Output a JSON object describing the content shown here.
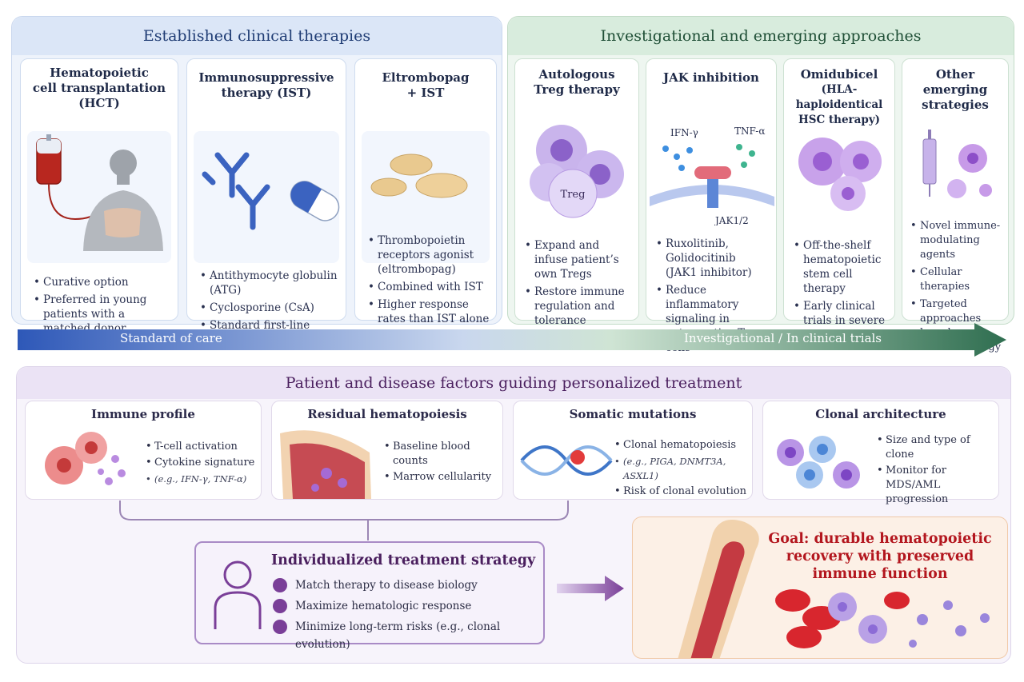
{
  "established": {
    "header": "Established clinical therapies",
    "cards": [
      {
        "title": [
          "Hematopoietic",
          "cell transplantation",
          "(HCT)"
        ],
        "bullets": [
          "Curative option",
          "Preferred in young patients with a matched donor"
        ]
      },
      {
        "title": [
          "Immunosuppressive",
          "therapy (IST)"
        ],
        "bullets": [
          "Antithymocyte globulin (ATG)",
          "Cyclosporine (CsA)",
          "Standard first-line therapy"
        ]
      },
      {
        "title": [
          "Eltrombopag",
          "+ IST"
        ],
        "bullets": [
          "Thrombopoietin receptors agonist (eltrombopag)",
          "Combined with IST",
          "Higher response rates than IST alone"
        ]
      }
    ]
  },
  "investigational": {
    "header": "Investigational and emerging approaches",
    "cards": [
      {
        "title": [
          "Autologous",
          "Treg therapy"
        ],
        "image_label": "Treg",
        "bullets": [
          "Expand and infuse patient’s own Tregs",
          "Restore immune regulation and tolerance"
        ]
      },
      {
        "title": [
          "JAK inhibition"
        ],
        "image_labels": {
          "ifn": "IFN-γ",
          "tnf": "TNF-α",
          "jak": "JAK1/2"
        },
        "bullets": [
          "Ruxolitinib, Golidocitinib (JAK1 inhibitor)",
          "Reduce inflammatory signaling in autoreactive T cells"
        ]
      },
      {
        "title": [
          "Omidubicel",
          "(HLA-haploidentical",
          "HSC therapy)"
        ],
        "bullets": [
          "Off-the-shelf hematopoietic stem cell therapy",
          "Early clinical trials in severe AA"
        ]
      },
      {
        "title": [
          "Other emerging",
          "strategies"
        ],
        "bullets": [
          "Novel immune-modulating agents",
          "Cellular therapies",
          "Targeted approaches based on disease biology"
        ]
      }
    ]
  },
  "timeline": {
    "left_label": "Standard of care",
    "right_label": "Investigational / In clinical trials"
  },
  "factors": {
    "header": "Patient and disease factors guiding personalized treatment",
    "items": [
      {
        "title": "Immune profile",
        "bullets": [
          "T-cell activation",
          "Cytokine signature"
        ],
        "example": "(e.g., IFN-γ, TNF-α)"
      },
      {
        "title": "Residual hematopoiesis",
        "bullets": [
          "Baseline blood counts",
          "Marrow cellularity"
        ]
      },
      {
        "title": "Somatic mutations",
        "bullets": [
          "Clonal hematopoiesis",
          "Risk of clonal evolution"
        ],
        "example": "(e.g., PIGA, DNMT3A, ASXL1)"
      },
      {
        "title": "Clonal architecture",
        "bullets": [
          "Size and type of clone",
          "Monitor for MDS/AML progression"
        ]
      }
    ]
  },
  "strategy": {
    "title": "Individualized treatment strategy",
    "items": [
      "Match therapy to disease biology",
      "Maximize hematologic response",
      "Minimize long-term risks (e.g., clonal evolution)"
    ]
  },
  "goal": {
    "lines": [
      "Goal: durable hematopoietic",
      "recovery with preserved",
      "immune function"
    ]
  },
  "colors": {
    "blue_accent": "#2f5fb8",
    "green_accent": "#2f6e50",
    "purple_accent": "#7a3f98",
    "red_accent": "#b3161e"
  }
}
